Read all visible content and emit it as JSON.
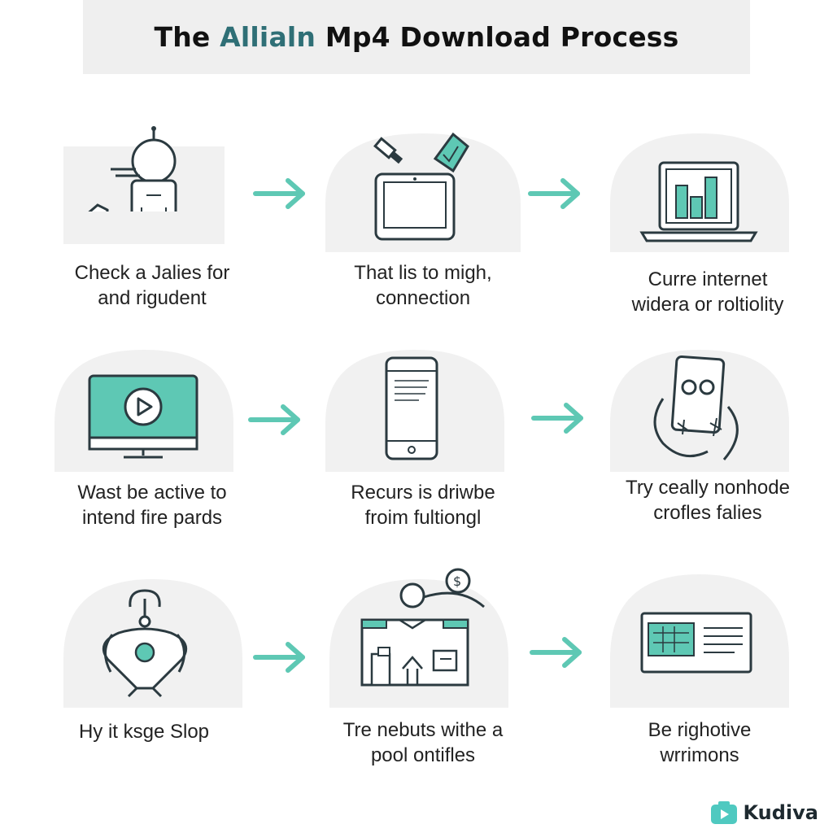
{
  "header": {
    "title_pre": "The ",
    "title_accent": "Allialn",
    "title_post": " Mp4 Download Process"
  },
  "steps": [
    {
      "line1": "Check a Jalies for",
      "line2": "and rigudent"
    },
    {
      "line1": "That lis to migh,",
      "line2": "connection"
    },
    {
      "line1": "Curre internet",
      "line2": "widera or roltiolity"
    },
    {
      "line1": "Wast be active to",
      "line2": "intend fire pards"
    },
    {
      "line1": "Recurs is driwbe",
      "line2": "froim fultiongl"
    },
    {
      "line1": "Try ceally nonhode",
      "line2": "crofles falies"
    },
    {
      "line1": "Hy it ksge Slop",
      "line2": ""
    },
    {
      "line1": "Tre nebuts withe a",
      "line2": "pool ontifles"
    },
    {
      "line1": "Be righotive",
      "line2": "wrrimons"
    }
  ],
  "brand": {
    "name": "Kudiva",
    "icon": "video-play-icon"
  },
  "colors": {
    "accent": "#5ec8b4",
    "dark": "#2b3a40",
    "title_accent": "#2f6f76"
  }
}
